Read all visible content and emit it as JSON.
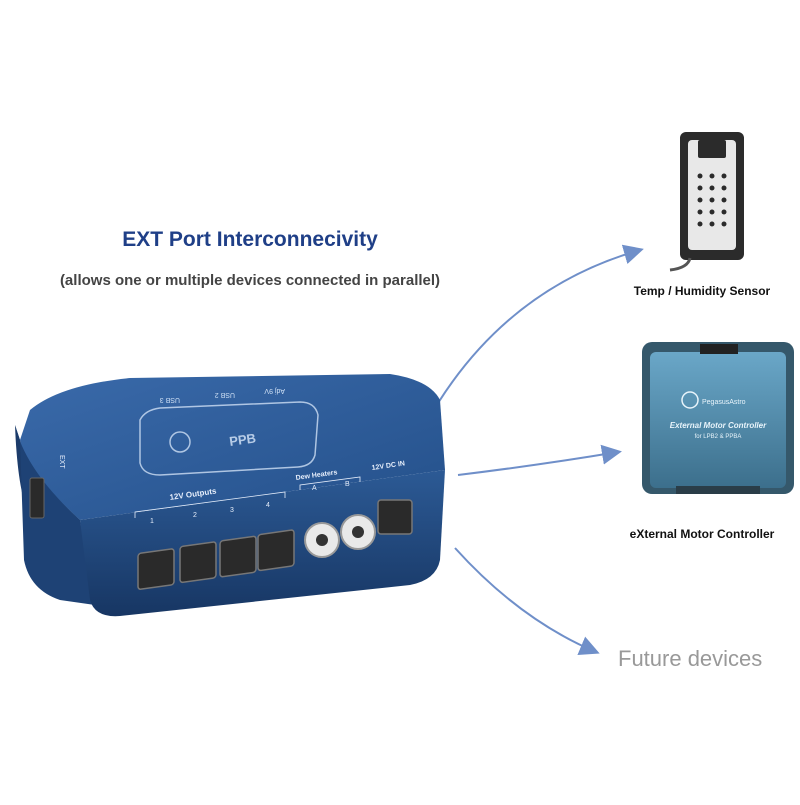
{
  "heading": {
    "title": "EXT Port Interconnecivity",
    "subtitle": "(allows one or multiple devices connected in parallel)"
  },
  "hub": {
    "outputs_label": "12V Outputs",
    "output_numbers": [
      "1",
      "2",
      "3",
      "4"
    ],
    "dew_label": "Dew Heaters",
    "dew_letters": [
      "A",
      "B"
    ],
    "power_label": "12V DC IN",
    "ext_label": "EXT",
    "top_labels": [
      "USB 3",
      "USB 2",
      "Adj 9V"
    ],
    "colors": {
      "body": "#2c5a95",
      "body_dark": "#1d3f70",
      "port": "#2a2a2a"
    }
  },
  "devices": [
    {
      "label": "Temp / Humidity Sensor",
      "icon": "temp-humidity-sensor-icon"
    },
    {
      "label": "eXternal Motor Controller",
      "icon": "motor-controller-icon",
      "panel_title": "External Motor Controller",
      "panel_sub": "for LPB2 & PPBA",
      "brand": "PegasusAstro"
    },
    {
      "label": "Future devices",
      "icon": ""
    }
  ],
  "arrow_color": "#6f8fc9"
}
